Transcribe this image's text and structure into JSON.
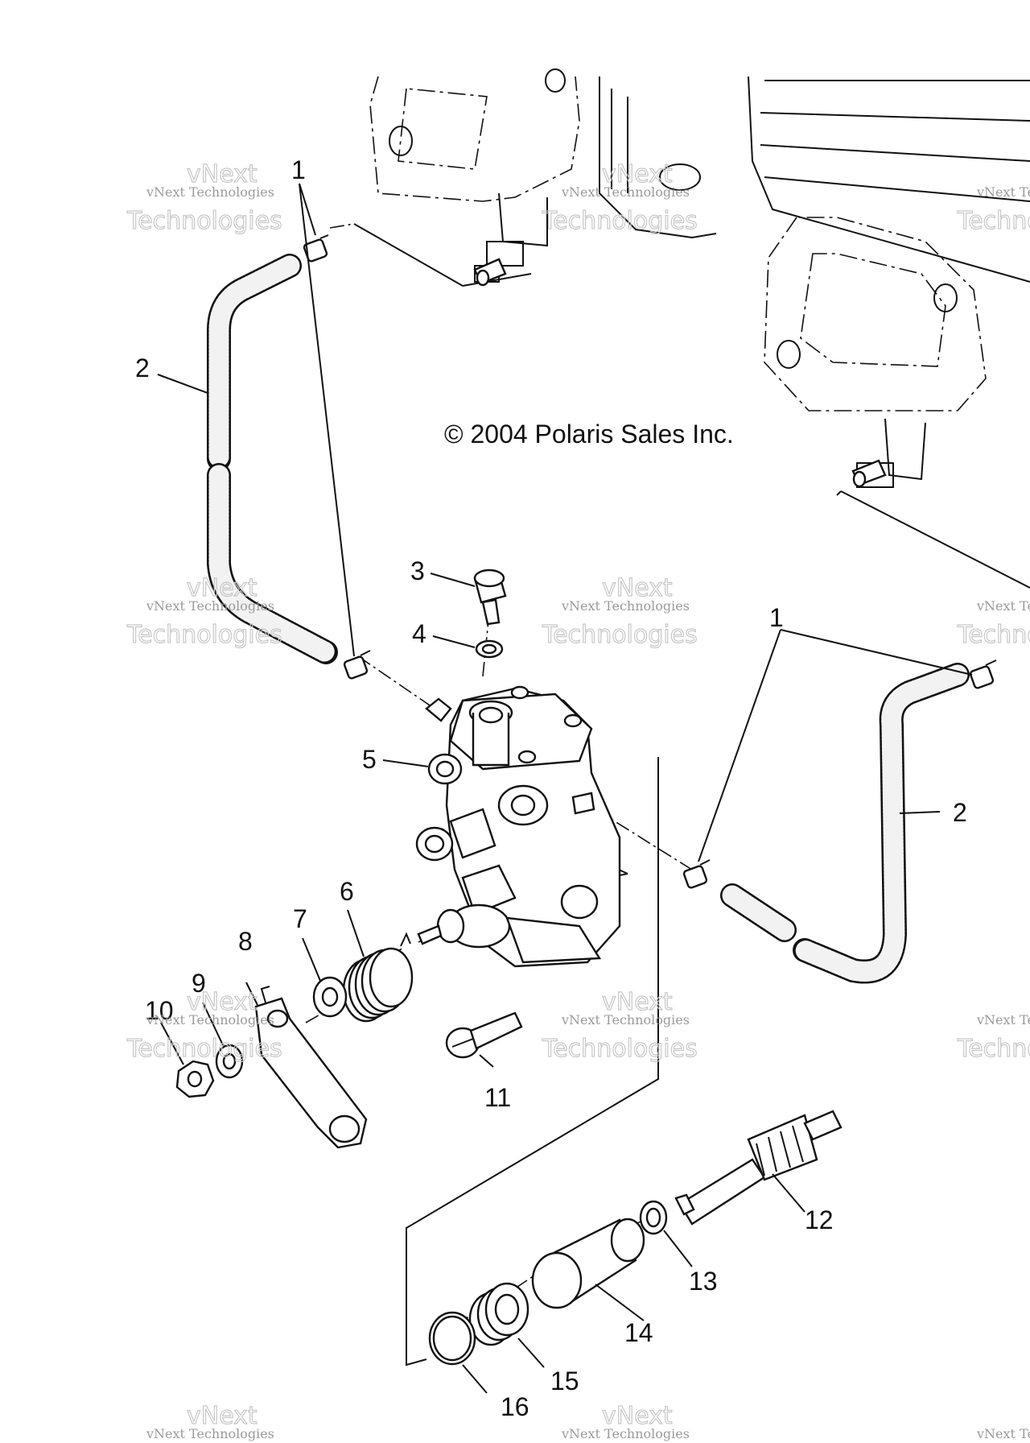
{
  "copyright": "© 2004 Polaris Sales Inc.",
  "watermark": {
    "line1": "vNext Technologies",
    "line2": "vNext",
    "line3": "Technologies"
  },
  "callouts": [
    {
      "num": "1"
    },
    {
      "num": "2"
    },
    {
      "num": "3"
    },
    {
      "num": "4"
    },
    {
      "num": "5"
    },
    {
      "num": "1"
    },
    {
      "num": "2"
    },
    {
      "num": "6"
    },
    {
      "num": "7"
    },
    {
      "num": "8"
    },
    {
      "num": "9"
    },
    {
      "num": "10"
    },
    {
      "num": "11"
    },
    {
      "num": "12"
    },
    {
      "num": "13"
    },
    {
      "num": "14"
    },
    {
      "num": "15"
    },
    {
      "num": "16"
    }
  ]
}
